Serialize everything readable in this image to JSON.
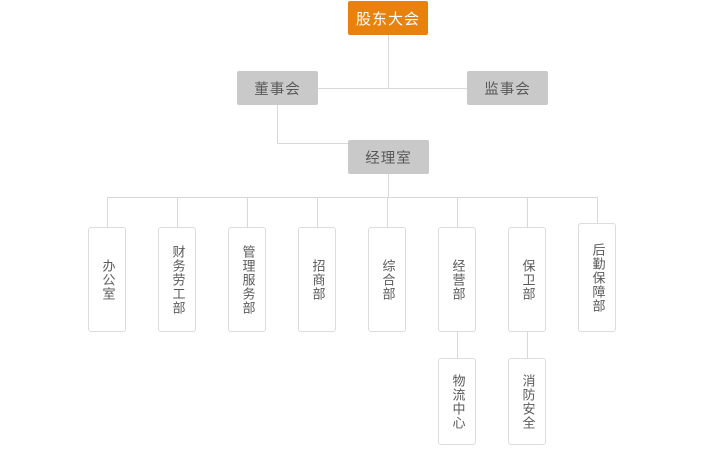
{
  "chart": {
    "title": "",
    "type": "org-chart",
    "colors": {
      "root_fill": "#e8820c",
      "root_text": "#ffffff",
      "level_fill": "#c9c9c9",
      "level_text": "#595959",
      "dept_fill": "#ffffff",
      "dept_border": "#dcdcdc",
      "dept_text": "#5a5a5a",
      "connector": "#d8d8d8",
      "background": "#ffffff"
    }
  },
  "nodes": {
    "root": {
      "label": "股东大会"
    },
    "board": {
      "label": "董事会"
    },
    "supervisory": {
      "label": "监事会"
    },
    "manager": {
      "label": "经理室"
    }
  },
  "departments": [
    {
      "label": "办公室"
    },
    {
      "label": "财务劳工部"
    },
    {
      "label": "管理服务部"
    },
    {
      "label": "招商部"
    },
    {
      "label": "综合部"
    },
    {
      "label": "经营部"
    },
    {
      "label": "保卫部"
    },
    {
      "label": "后勤保障部"
    }
  ],
  "sub_departments": [
    {
      "label": "物流中心",
      "parent": "经营部"
    },
    {
      "label": "消防安全",
      "parent": "保卫部"
    }
  ]
}
